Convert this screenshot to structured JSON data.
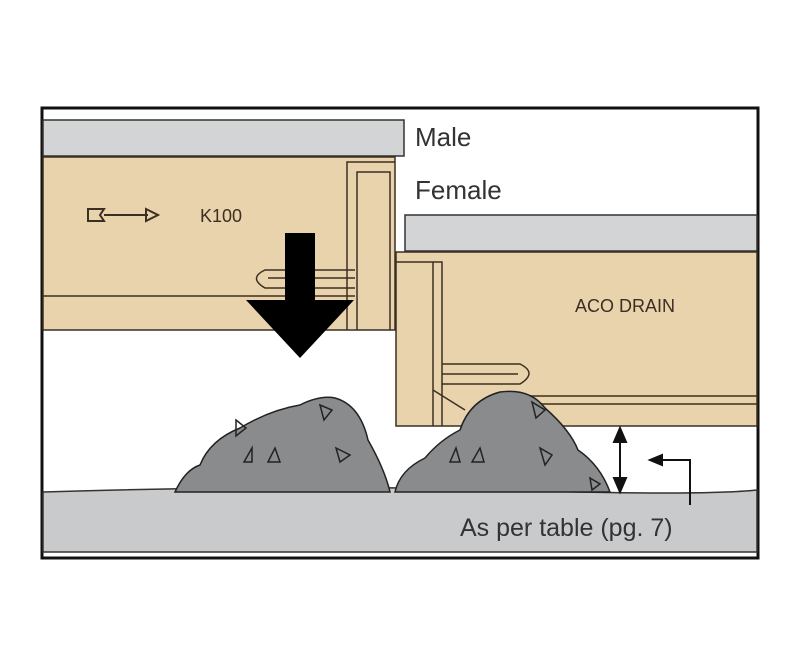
{
  "labels": {
    "male": "Male",
    "female": "Female",
    "k100": "K100",
    "aco_drain": "ACO DRAIN",
    "note": "As per table (pg. 7)"
  },
  "colors": {
    "tan": "#e9d3ad",
    "gray_band": "#d3d4d5",
    "rock": "#8a8b8d",
    "ground": "#c9cacb",
    "outline": "#3a2f22"
  }
}
